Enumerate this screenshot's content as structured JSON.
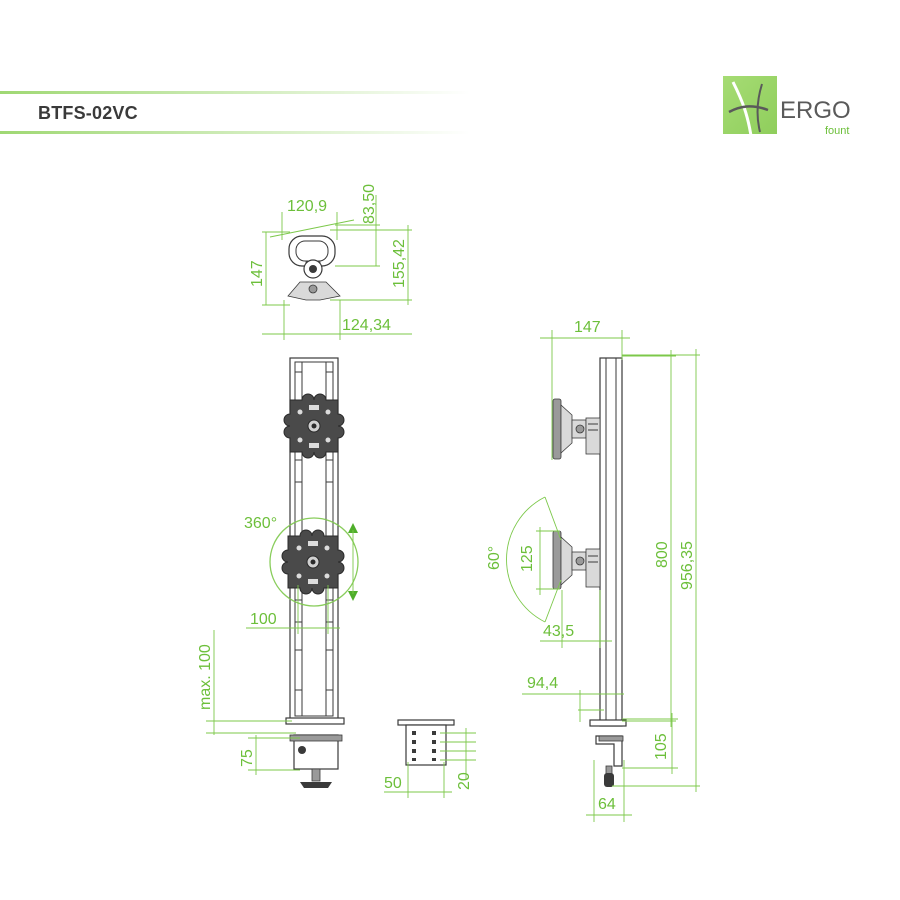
{
  "header": {
    "model": "BTFS-02VC"
  },
  "logo": {
    "brand": "ERGO",
    "sub": "fount"
  },
  "dimensions": {
    "top_width": "120,9",
    "top_depth": "83,50",
    "top_height_left": "147",
    "top_height_right": "155,42",
    "top_base": "124,34",
    "rotation": "360°",
    "vesa": "100",
    "max_height": "max. 100",
    "clamp_75": "75",
    "clamp_plate_50": "50",
    "clamp_plate_20": "20",
    "side_147": "147",
    "tilt_angle": "60°",
    "tilt_125": "125",
    "offset_43": "43,5",
    "arm_94": "94,4",
    "pole_800": "800",
    "total_956": "956,35",
    "base_105": "105",
    "base_64": "64"
  },
  "colors": {
    "accent": "#6cbf3a",
    "line": "#3a3a3a"
  }
}
